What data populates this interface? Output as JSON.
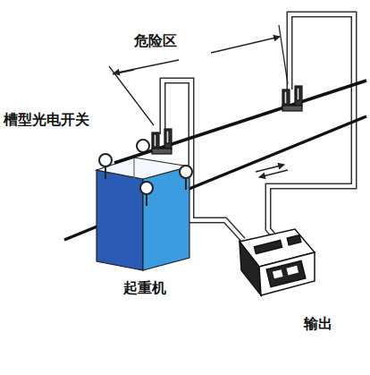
{
  "diagram": {
    "labels": [
      "危险区",
      "槽型光电开关",
      "起重机",
      "输出"
    ]
  }
}
